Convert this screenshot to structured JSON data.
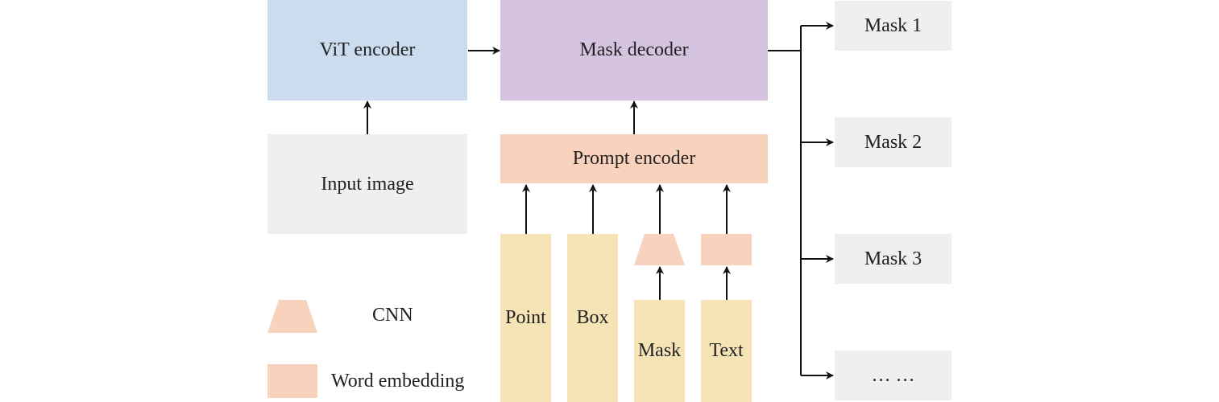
{
  "diagram": {
    "vit_encoder": "ViT encoder",
    "mask_decoder": "Mask decoder",
    "input_image": "Input image",
    "prompt_encoder": "Prompt encoder",
    "prompts": {
      "point": "Point",
      "box": "Box",
      "mask": "Mask",
      "text": "Text"
    },
    "outputs": [
      "Mask 1",
      "Mask 2",
      "Mask 3",
      "… …"
    ],
    "legend": {
      "cnn": "CNN",
      "word_embedding": "Word embedding"
    },
    "colors": {
      "vit": "#ccdcef",
      "decoder": "#d5c3df",
      "input": "#efefef",
      "prompt_encoder": "#f8d2bc",
      "prompt_column": "#f6e4b6"
    }
  }
}
